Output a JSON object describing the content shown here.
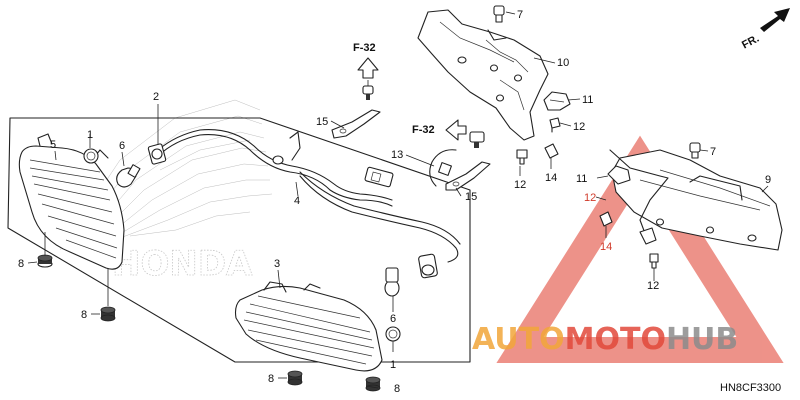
{
  "diagram_code": "HN8CF3300",
  "direction_label": "FR.",
  "refs": {
    "f32_top": "F-32",
    "f32_mid": "F-32"
  },
  "watermark": {
    "brand_a": "AUTO",
    "brand_b": "MOTO",
    "brand_c": "HUB",
    "background_logo": "HONDA"
  },
  "callouts": [
    {
      "id": "c1a",
      "text": "1"
    },
    {
      "id": "c1b",
      "text": "1"
    },
    {
      "id": "c2",
      "text": "2"
    },
    {
      "id": "c3",
      "text": "3"
    },
    {
      "id": "c4",
      "text": "4"
    },
    {
      "id": "c5",
      "text": "5"
    },
    {
      "id": "c6a",
      "text": "6"
    },
    {
      "id": "c6b",
      "text": "6"
    },
    {
      "id": "c7a",
      "text": "7"
    },
    {
      "id": "c7b",
      "text": "7"
    },
    {
      "id": "c8a",
      "text": "8"
    },
    {
      "id": "c8b",
      "text": "8"
    },
    {
      "id": "c8c",
      "text": "8"
    },
    {
      "id": "c8d",
      "text": "8"
    },
    {
      "id": "c9",
      "text": "9"
    },
    {
      "id": "c10",
      "text": "10"
    },
    {
      "id": "c11a",
      "text": "11"
    },
    {
      "id": "c11b",
      "text": "11"
    },
    {
      "id": "c12a",
      "text": "12"
    },
    {
      "id": "c12b",
      "text": "12"
    },
    {
      "id": "c12c",
      "text": "12"
    },
    {
      "id": "c12d",
      "text": "12"
    },
    {
      "id": "c13",
      "text": "13"
    },
    {
      "id": "c14a",
      "text": "14"
    },
    {
      "id": "c14b",
      "text": "14"
    },
    {
      "id": "c15a",
      "text": "15"
    },
    {
      "id": "c15b",
      "text": "15"
    }
  ],
  "colors": {
    "line": "#222222",
    "watermark_red": "#e24a3b",
    "watermark_orange": "#f2a63a",
    "watermark_gray": "#8c8c8c"
  }
}
